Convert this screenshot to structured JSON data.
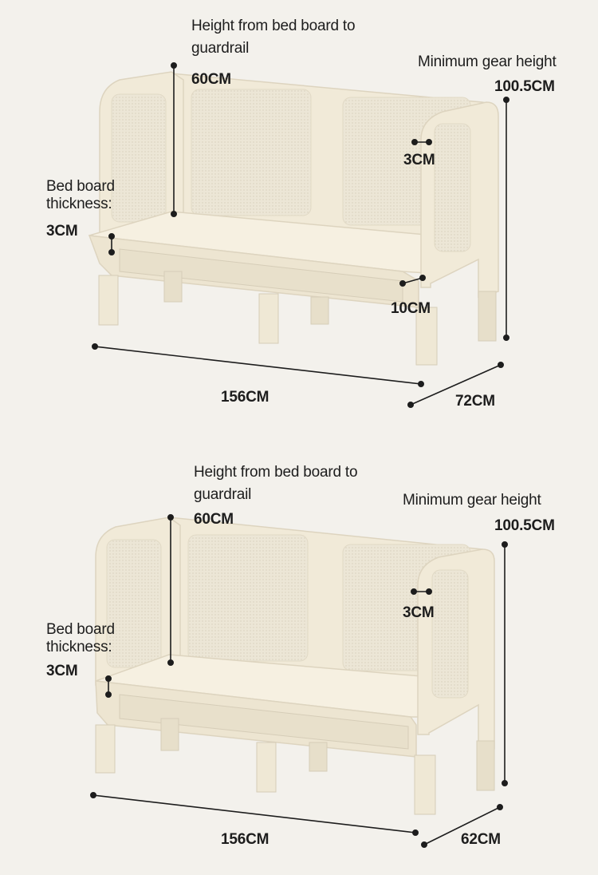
{
  "colors": {
    "background": "#f3f1ec",
    "bed_cream": "#f1ead8",
    "bed_shadow": "#ddd4bf",
    "mesh": "#e6dfcd",
    "dimension_line": "#1d1d1d"
  },
  "panels": [
    {
      "guardrail_height_label_line1": "Height from bed board to",
      "guardrail_height_label_line2": "guardrail",
      "guardrail_height_value": "60CM",
      "min_gear_label": "Minimum gear height",
      "min_gear_value": "100.5CM",
      "frame_thickness_value": "3CM",
      "board_thickness_label_line1": "Bed board",
      "board_thickness_label_line2": "thickness:",
      "board_thickness_value": "3CM",
      "side_width_value": "10CM",
      "length_value": "156CM",
      "depth_value": "72CM"
    },
    {
      "guardrail_height_label_line1": "Height from bed board to",
      "guardrail_height_label_line2": "guardrail",
      "guardrail_height_value": "60CM",
      "min_gear_label": "Minimum gear height",
      "min_gear_value": "100.5CM",
      "frame_thickness_value": "3CM",
      "board_thickness_label_line1": "Bed board",
      "board_thickness_label_line2": "thickness:",
      "board_thickness_value": "3CM",
      "length_value": "156CM",
      "depth_value": "62CM"
    }
  ]
}
